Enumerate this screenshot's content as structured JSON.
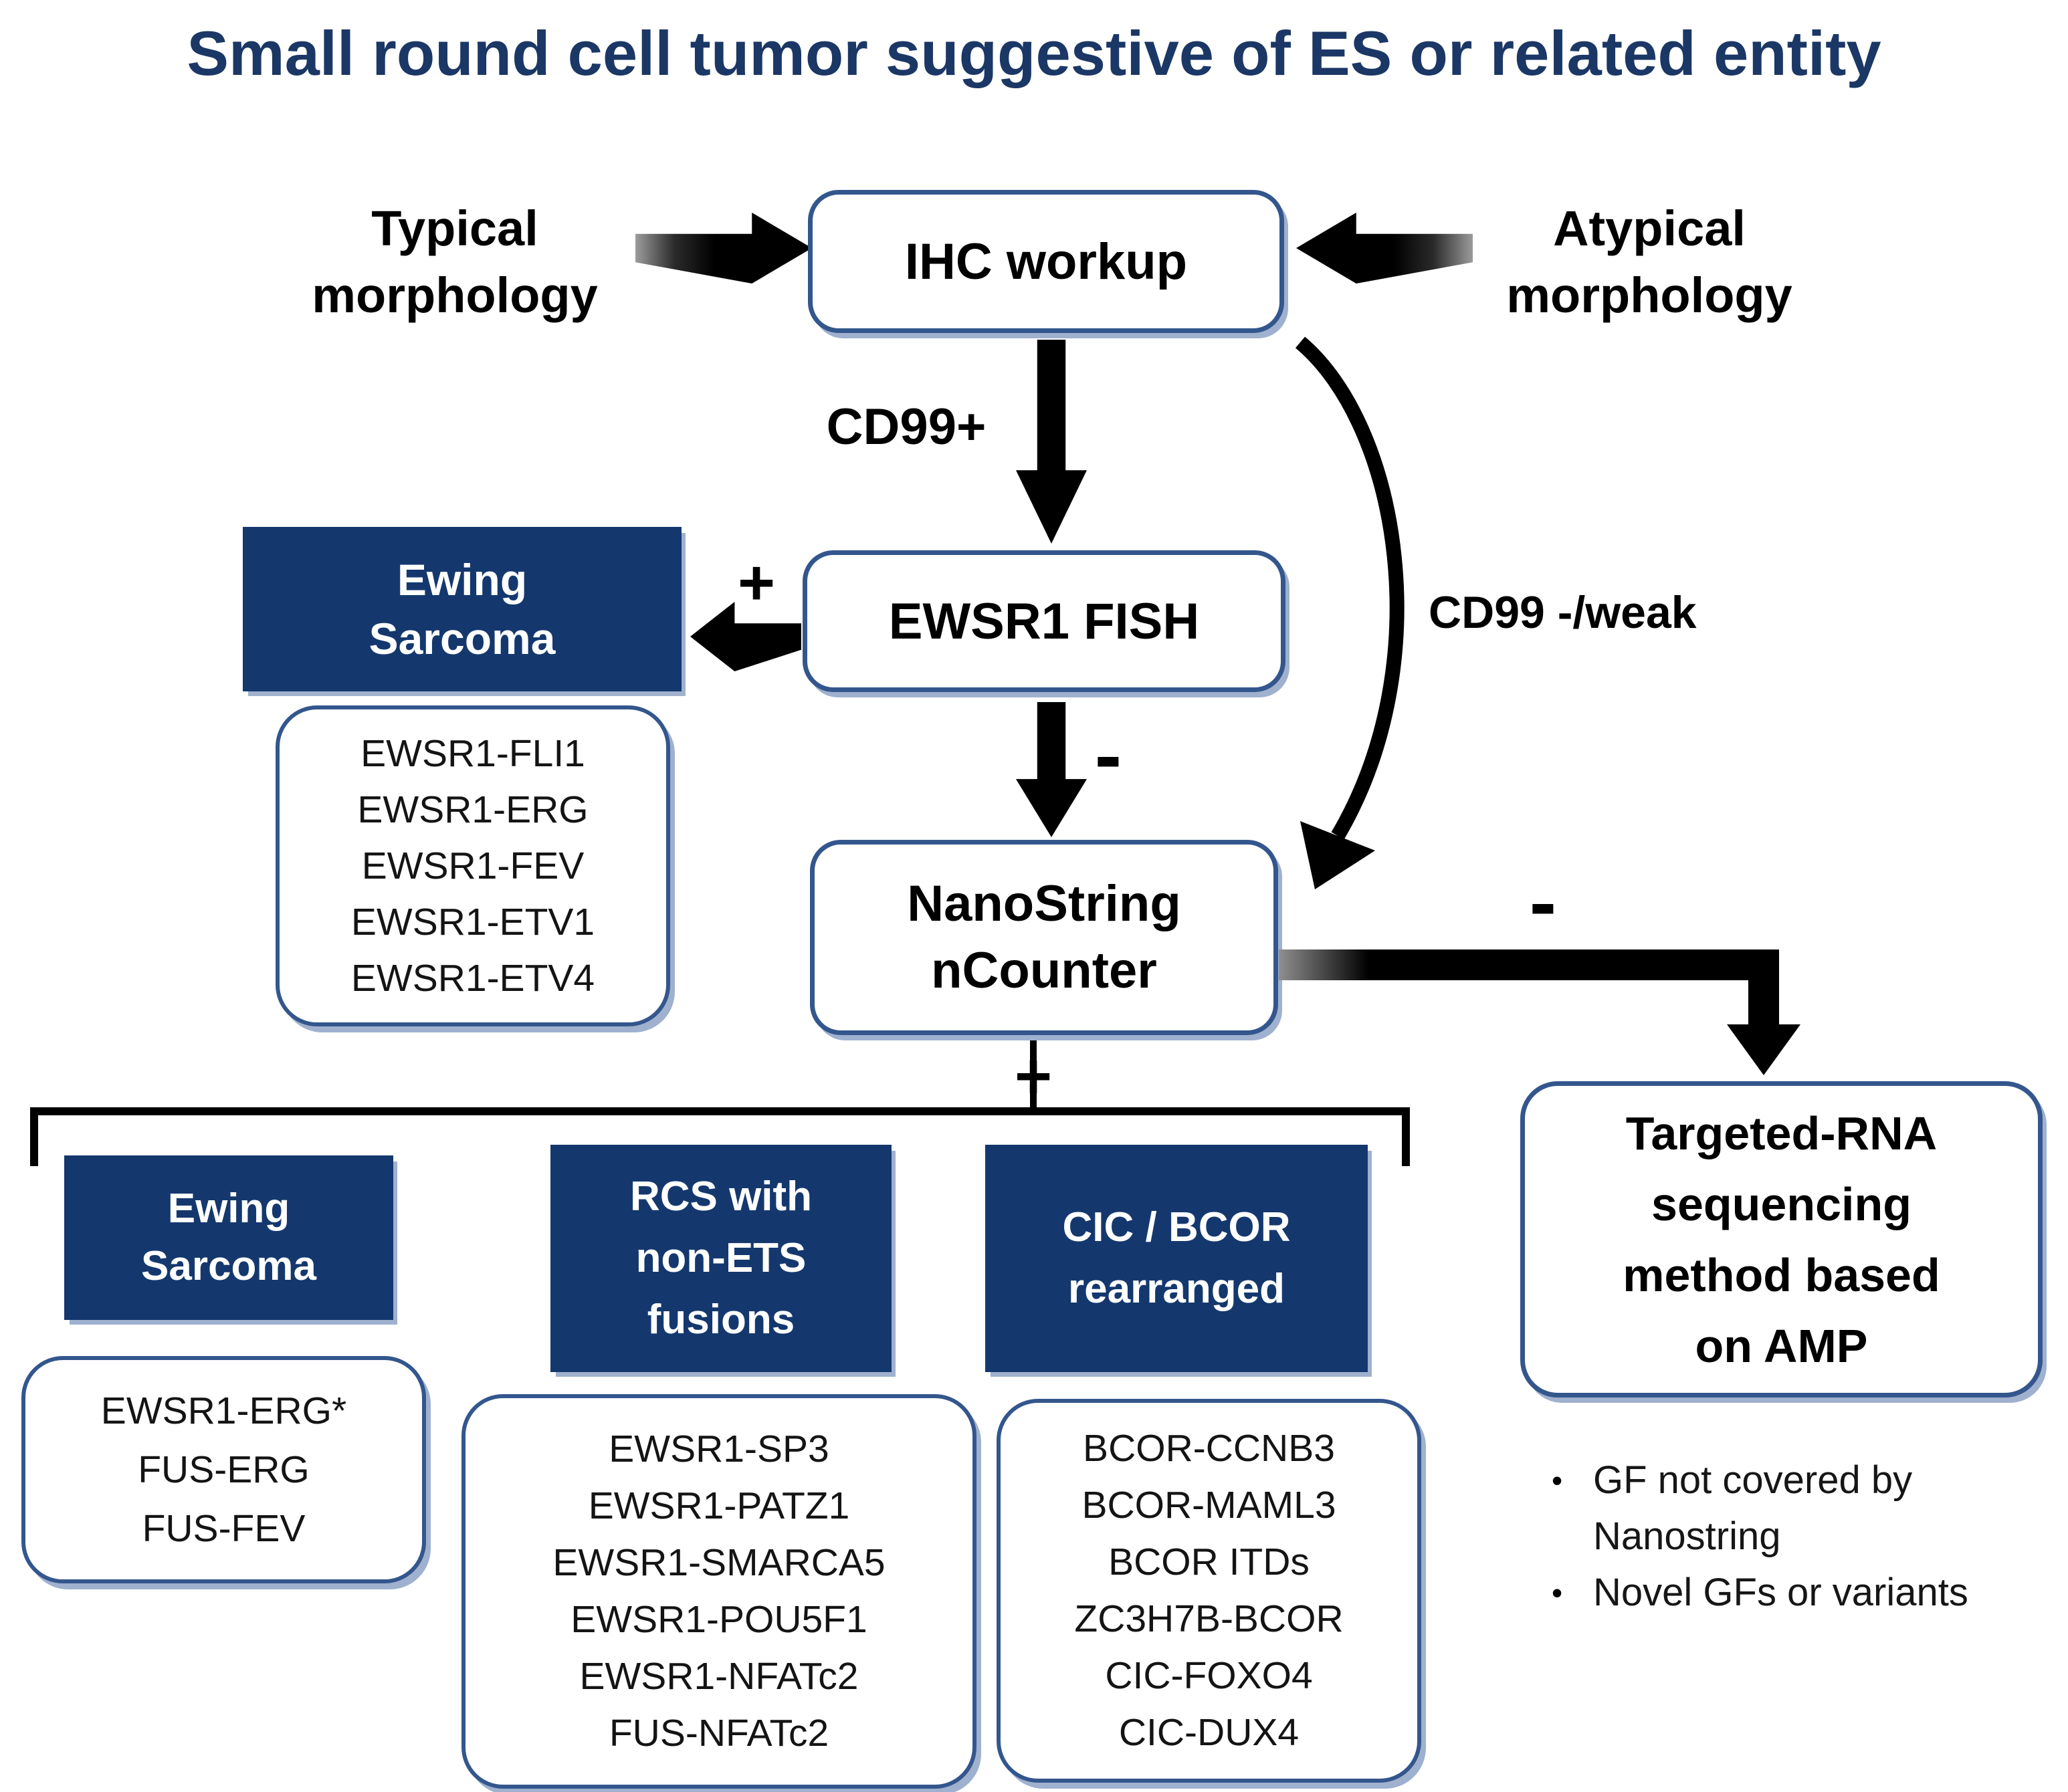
{
  "title": "Small round cell tumor suggestive of ES or related entity",
  "colors": {
    "navy": "#14386E",
    "title": "#1B3765",
    "box_border": "#33568D",
    "shadow": "#9FB1CE",
    "arrow": "#000000"
  },
  "nodes": {
    "typical": "Typical\nmorphology",
    "atypical": "Atypical\nmorphology",
    "ihc": "IHC workup",
    "ewing_fish_result": "Ewing\nSarcoma",
    "fish": "EWSR1 FISH",
    "nanostring": "NanoString\nnCounter",
    "targeted_rna": "Targeted-RNA\nsequencing\nmethod based\non AMP",
    "ewing_nanostring_result": "Ewing\nSarcoma",
    "rcs_result": "RCS with\nnon-ETS\nfusions",
    "cic_bcor_result": "CIC / BCOR\nrearranged"
  },
  "edge_labels": {
    "cd99_positive": "CD99+",
    "cd99_neg_weak": "CD99 -/weak",
    "fish_positive": "+",
    "fish_negative": "-",
    "nanostring_positive": "+",
    "nanostring_negative": "-"
  },
  "fusion_lists": {
    "ewing_fish": [
      "EWSR1-FLI1",
      "EWSR1-ERG",
      "EWSR1-FEV",
      "EWSR1-ETV1",
      "EWSR1-ETV4"
    ],
    "ewing_nanostring": [
      "EWSR1-ERG*",
      "FUS-ERG",
      "FUS-FEV"
    ],
    "rcs_non_ets": [
      "EWSR1-SP3",
      "EWSR1-PATZ1",
      "EWSR1-SMARCA5",
      "EWSR1-POU5F1",
      "EWSR1-NFATc2",
      "FUS-NFATc2"
    ],
    "cic_bcor": [
      "BCOR-CCNB3",
      "BCOR-MAML3",
      "BCOR ITDs",
      "ZC3H7B-BCOR",
      "CIC-FOXO4",
      "CIC-DUX4"
    ]
  },
  "notes": [
    "GF not covered by Nanostring",
    "Novel GFs or variants"
  ]
}
